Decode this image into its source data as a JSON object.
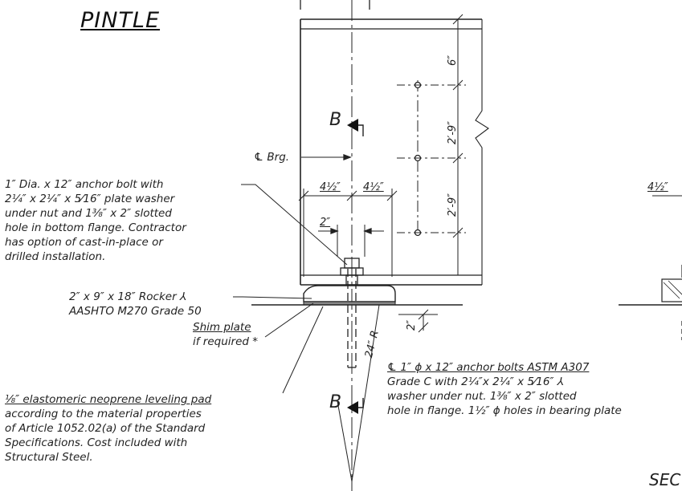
{
  "title": "PINTLE",
  "section_marks": {
    "upper": "B",
    "lower": "B"
  },
  "centerline_label": "℄ Brg.",
  "dims": {
    "half_width_left": "4½″",
    "half_width_right": "4½″",
    "right_partial": "4½″",
    "slot_width": "2″",
    "v_top": "6″",
    "v_mid1": "2′-9″",
    "v_mid2": "2′-9″",
    "plate_depth": "2″",
    "rocker_radius": "24″ R"
  },
  "notes": {
    "anchor_bolt": [
      "1″ Dia. x 12″ anchor bolt with",
      "2¼″ x 2¼″ x 5⁄16″ plate washer",
      "under nut and 1⅜″ x 2″ slotted",
      "hole in bottom flange. Contractor",
      "has option of cast-in-place or",
      "drilled installation."
    ],
    "rocker_plate": [
      "2″ x 9″ x 18″ Rocker ⅄",
      "AASHTO M270 Grade 50"
    ],
    "shim": [
      "Shim plate",
      "if required *"
    ],
    "neoprene": [
      "⅛″ elastomeric neoprene leveling pad",
      "according to the material properties",
      "of Article 1052.02(a) of the Standard",
      "Specifications. Cost included with",
      "Structural Steel."
    ],
    "anchor_bolts_section": [
      "℄ 1″ ϕ x 12″ anchor bolts ASTM A307",
      "Grade C with 2¼″x 2¼″ x 5⁄16″ ⅄",
      "washer under nut. 1⅜″ x 2″ slotted",
      "hole in flange. 1½″ ϕ holes in bearing plate"
    ]
  },
  "section_title_partial": "SEC"
}
